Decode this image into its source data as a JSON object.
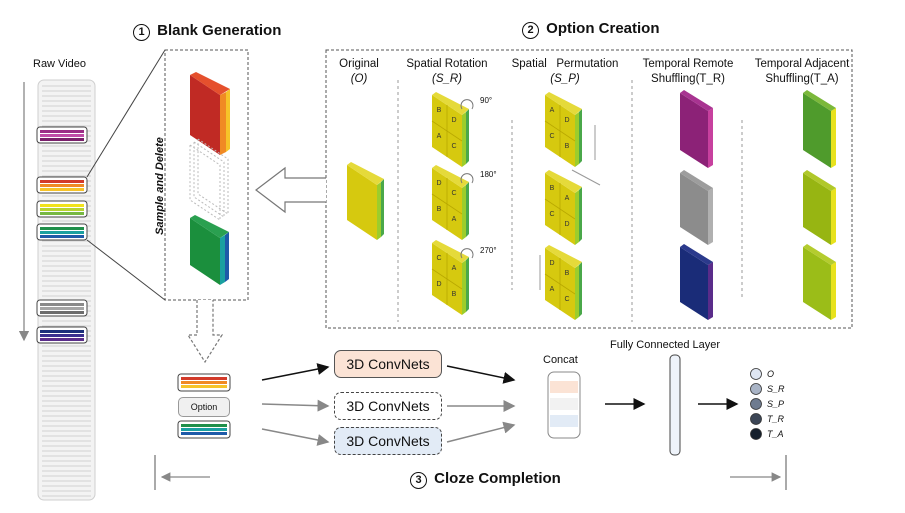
{
  "titles": {
    "blank_generation": "Blank Generation",
    "option_creation": "Option Creation",
    "cloze_completion": "Cloze Completion",
    "step1": "1",
    "step2": "2",
    "step3": "3"
  },
  "raw_video_label": "Raw Video",
  "sample_delete_label": "Sample and Delete",
  "columns": [
    {
      "line1": "Original",
      "line2": "(O)"
    },
    {
      "line1": "Spatial Rotation",
      "line2": "(S_R)"
    },
    {
      "line1": "Spatial   Permutation",
      "line2": "(S_P)"
    },
    {
      "line1": "Temporal Remote",
      "line2": "Shuffling(T_R)"
    },
    {
      "line1": "Temporal Adjacent",
      "line2": "Shuffling(T_A)"
    }
  ],
  "rotation_angles": [
    "90°",
    "180°",
    "270°"
  ],
  "option_label": "Option",
  "convnets_labels": [
    "3D ConvNets",
    "3D ConvNets",
    "3D ConvNets"
  ],
  "concat_label": "Concat",
  "fc_label": "Fully Connected Layer",
  "outputs": [
    "O",
    "S_R",
    "S_P",
    "T_R",
    "T_A"
  ],
  "output_colors": [
    "#dfe6f2",
    "#a9b4c6",
    "#6e7b8f",
    "#3c4656",
    "#16202c"
  ],
  "frame_colors": {
    "purple": [
      "#9b2d86",
      "#c04ca8",
      "#7a1f6b"
    ],
    "warm": [
      "#d23a2a",
      "#f08a24",
      "#f6c329"
    ],
    "yellow": [
      "#f2e21b",
      "#b7d432",
      "#77b843"
    ],
    "green": [
      "#1f8f4a",
      "#1aa0a0",
      "#1e5aa8"
    ],
    "gray": [
      "#8a8a8a",
      "#a5a5a5",
      "#6d6d6d"
    ],
    "navy": [
      "#1b2f7a",
      "#3a2f8f",
      "#5a2c8a"
    ]
  }
}
